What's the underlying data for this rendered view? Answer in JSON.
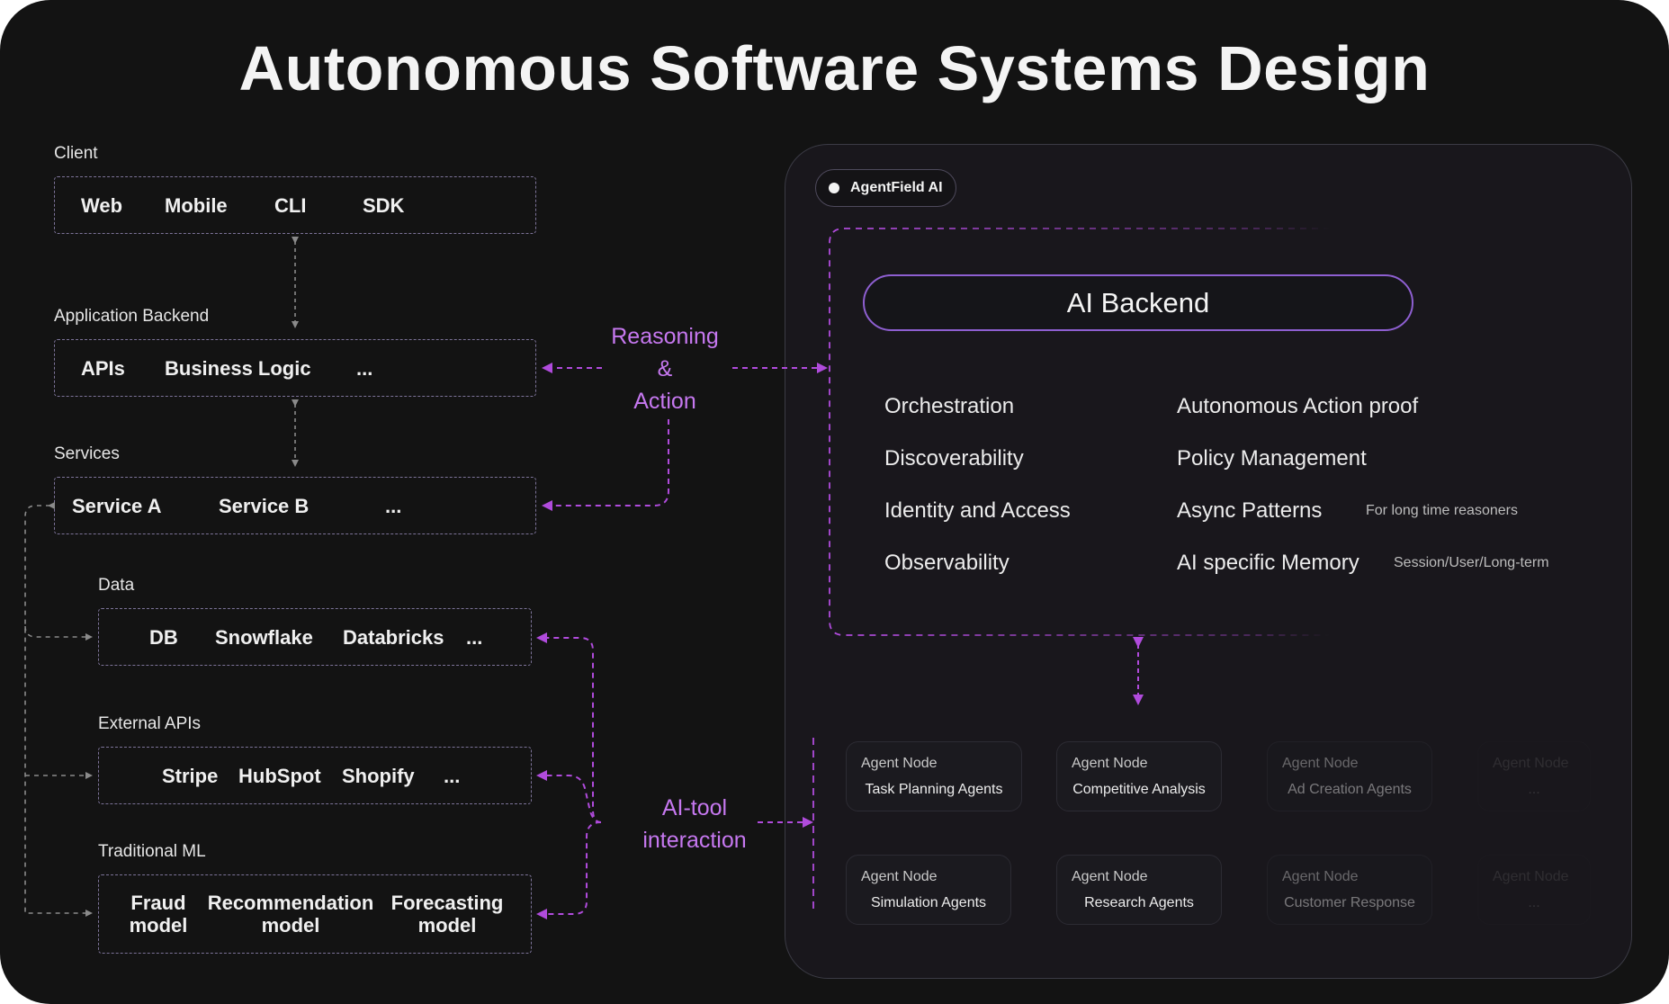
{
  "title": "Autonomous Software Systems Design",
  "colors": {
    "accent": "#b04bdc",
    "label": "#c678f0",
    "background": "#131313",
    "panel": "#19171c"
  },
  "left": {
    "client": {
      "label": "Client",
      "items": [
        "Web",
        "Mobile",
        "CLI",
        "SDK"
      ]
    },
    "app_backend": {
      "label": "Application Backend",
      "items": [
        "APIs",
        "Business Logic",
        "..."
      ]
    },
    "services": {
      "label": "Services",
      "items": [
        "Service A",
        "Service B",
        "..."
      ]
    },
    "data": {
      "label": "Data",
      "items": [
        "DB",
        "Snowflake",
        "Databricks",
        "..."
      ]
    },
    "external_apis": {
      "label": "External APIs",
      "items": [
        "Stripe",
        "HubSpot",
        "Shopify",
        "..."
      ]
    },
    "traditional_ml": {
      "label": "Traditional ML",
      "items": [
        "Fraud\nmodel",
        "Recommendation\nmodel",
        "Forecasting\nmodel"
      ]
    }
  },
  "reasoning_label": {
    "line1": "Reasoning",
    "line2": "&",
    "line3": "Action"
  },
  "ai_tool_label": {
    "line1": "AI-tool",
    "line2": "interaction"
  },
  "panel": {
    "badge": "AgentField AI",
    "backend_title": "AI Backend",
    "features_left": [
      "Orchestration",
      "Discoverability",
      "Identity and Access",
      "Observability"
    ],
    "features_right": [
      "Autonomous Action proof",
      "Policy Management",
      "Async Patterns",
      "AI specific Memory"
    ],
    "notes": {
      "async": "For long time reasoners",
      "memory": "Session/User/Long-term"
    },
    "node_title": "Agent Node",
    "nodes_row1": [
      "Task Planning Agents",
      "Competitive Analysis",
      "Ad Creation Agents",
      "..."
    ],
    "nodes_row2": [
      "Simulation Agents",
      "Research Agents",
      "Customer Response",
      "..."
    ]
  }
}
